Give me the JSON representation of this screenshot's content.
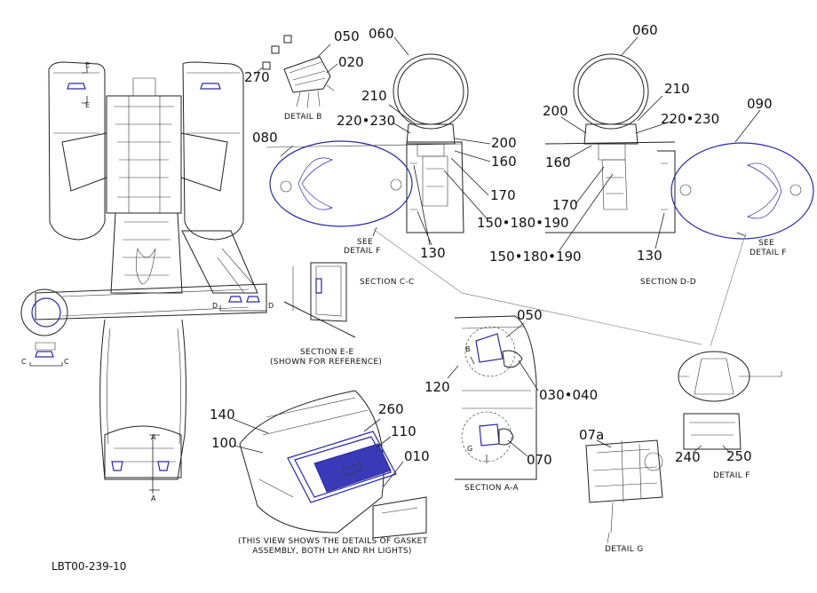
{
  "drawing_id": "LBT00-239-10",
  "callouts": {
    "c050_top": "050",
    "c020": "020",
    "c270": "270",
    "c060_left": "060",
    "c060_right": "060",
    "c210_left": "210",
    "c210_right": "210",
    "c220230_left": "220•230",
    "c220230_right": "220•230",
    "c200_left": "200",
    "c200_right": "200",
    "c160_left": "160",
    "c160_right": "160",
    "c170_left": "170",
    "c170_right": "170",
    "c150_left": "150•180•190",
    "c150_right": "150•180•190",
    "c130_left": "130",
    "c130_right": "130",
    "c080": "080",
    "c090": "090",
    "c050_mid": "050",
    "c120": "120",
    "c030040": "030•040",
    "c070": "070",
    "c07a": "07a",
    "c140": "140",
    "c260": "260",
    "c100": "100",
    "c110": "110",
    "c010": "010",
    "c240": "240",
    "c250": "250"
  },
  "captions": {
    "detail_b": "DETAIL  B",
    "see_detail_f_left_1": "SEE",
    "see_detail_f_left_2": "DETAIL  F",
    "see_detail_f_right_1": "SEE",
    "see_detail_f_right_2": "DETAIL  F",
    "section_cc": "SECTION C-C",
    "section_dd": "SECTION D-D",
    "section_ee_1": "SECTION E-E",
    "section_ee_2": "(SHOWN FOR REFERENCE)",
    "section_aa": "SECTION A-A",
    "detail_f": "DETAIL  F",
    "detail_g": "DETAIL  G",
    "gasket_note_1": "(THIS VIEW SHOWS THE DETAILS OF GASKET",
    "gasket_note_2": "ASSEMBLY, BOTH LH AND RH LIGHTS)"
  },
  "section_letters": {
    "e_top": "E",
    "e_bottom": "E",
    "c_left": "C",
    "c_right": "C",
    "d_left": "D",
    "d_right": "D",
    "a_top": "A",
    "a_bottom": "A",
    "b_mark": "B",
    "g_mark": "G"
  },
  "colors": {
    "linework": "#222222",
    "highlight_blue": "#2a2aa0",
    "lens_fill": "#3a3ab8"
  }
}
